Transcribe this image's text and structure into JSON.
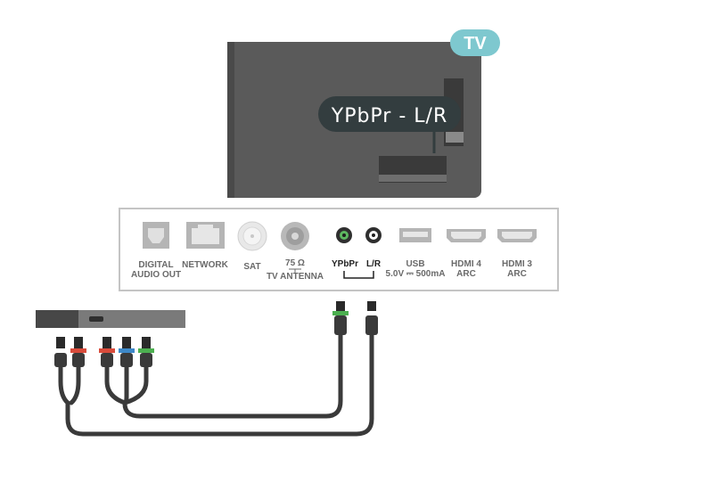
{
  "tv_badge": "TV",
  "connection_label": "YPbPr - L/R",
  "panel": {
    "ports": [
      {
        "id": "digital-audio-out",
        "line1": "DIGITAL",
        "line2": "AUDIO OUT"
      },
      {
        "id": "network",
        "line1": "NETWORK",
        "line2": ""
      },
      {
        "id": "sat",
        "line1": "SAT",
        "line2": ""
      },
      {
        "id": "antenna",
        "line1": "75 Ω",
        "line2": "TV ANTENNA"
      },
      {
        "id": "ypbpr",
        "line1": "YPbPr",
        "line2": ""
      },
      {
        "id": "lr",
        "line1": "L/R",
        "line2": ""
      },
      {
        "id": "usb",
        "line1": "USB",
        "line2": "5.0V ⎓ 500mA"
      },
      {
        "id": "hdmi4",
        "line1": "HDMI 4",
        "line2": "ARC"
      },
      {
        "id": "hdmi3",
        "line1": "HDMI 3",
        "line2": "ARC"
      }
    ]
  },
  "colors": {
    "tv_body": "#5a5a5a",
    "badge": "#7ec8cf",
    "label_bg": "#333d3f",
    "cable": "#3a3a3a",
    "green": "#4caf50",
    "blue": "#3d88c8",
    "red": "#d94b3b",
    "white": "#ffffff"
  }
}
